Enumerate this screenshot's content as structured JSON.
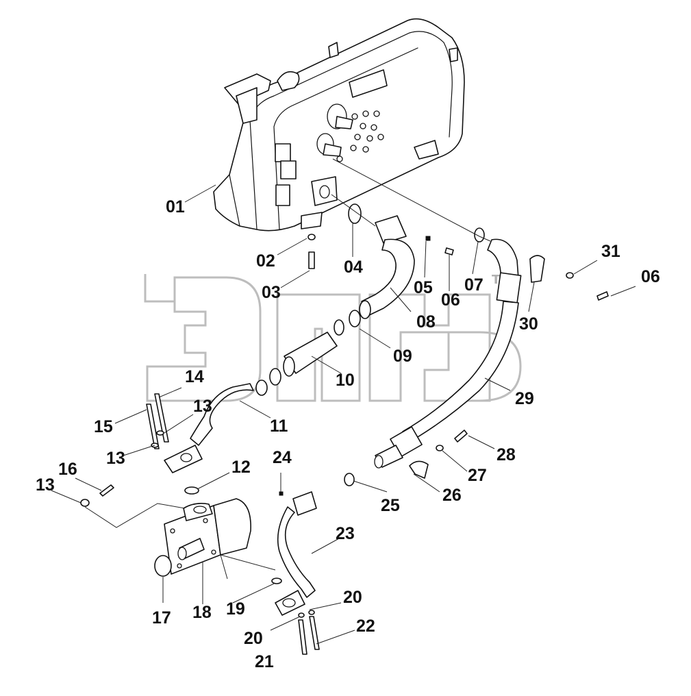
{
  "diagram": {
    "watermark_tm": "TM",
    "callouts": [
      {
        "id": "c01",
        "text": "01"
      },
      {
        "id": "c02",
        "text": "02"
      },
      {
        "id": "c03",
        "text": "03"
      },
      {
        "id": "c04",
        "text": "04"
      },
      {
        "id": "c05",
        "text": "05"
      },
      {
        "id": "c06a",
        "text": "06"
      },
      {
        "id": "c06b",
        "text": "06"
      },
      {
        "id": "c07",
        "text": "07"
      },
      {
        "id": "c08",
        "text": "08"
      },
      {
        "id": "c09",
        "text": "09"
      },
      {
        "id": "c10",
        "text": "10"
      },
      {
        "id": "c11",
        "text": "11"
      },
      {
        "id": "c12",
        "text": "12"
      },
      {
        "id": "c13a",
        "text": "13"
      },
      {
        "id": "c13b",
        "text": "13"
      },
      {
        "id": "c13c",
        "text": "13"
      },
      {
        "id": "c14",
        "text": "14"
      },
      {
        "id": "c15",
        "text": "15"
      },
      {
        "id": "c16",
        "text": "16"
      },
      {
        "id": "c17",
        "text": "17"
      },
      {
        "id": "c18",
        "text": "18"
      },
      {
        "id": "c19",
        "text": "19"
      },
      {
        "id": "c20a",
        "text": "20"
      },
      {
        "id": "c20b",
        "text": "20"
      },
      {
        "id": "c21",
        "text": "21"
      },
      {
        "id": "c22",
        "text": "22"
      },
      {
        "id": "c23",
        "text": "23"
      },
      {
        "id": "c24",
        "text": "24"
      },
      {
        "id": "c25",
        "text": "25"
      },
      {
        "id": "c26",
        "text": "26"
      },
      {
        "id": "c27",
        "text": "27"
      },
      {
        "id": "c28",
        "text": "28"
      },
      {
        "id": "c29",
        "text": "29"
      },
      {
        "id": "c30",
        "text": "30"
      },
      {
        "id": "c31",
        "text": "31"
      }
    ]
  },
  "colors": {
    "line": "#111111",
    "watermark": "#bdbdbd",
    "background": "#ffffff"
  }
}
